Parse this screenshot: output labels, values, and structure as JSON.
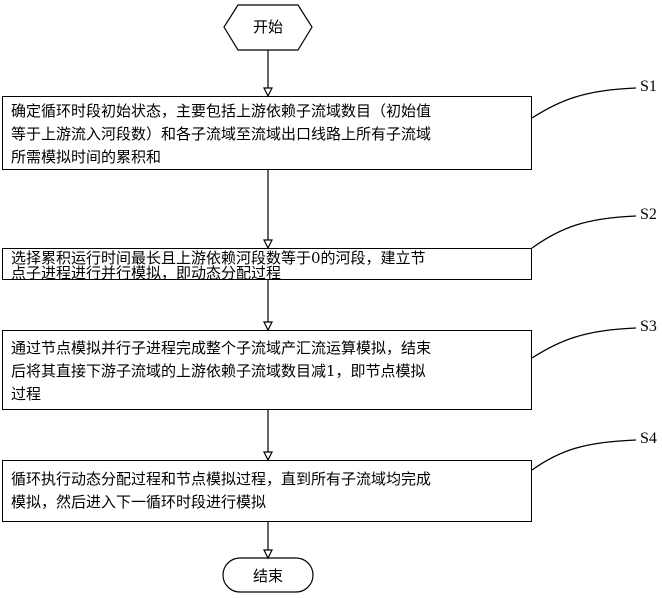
{
  "start": {
    "label": "开始"
  },
  "end": {
    "label": "结束"
  },
  "steps": [
    {
      "id": "S1",
      "lines": [
        "确定循环时段初始状态，主要包括上游依赖子流域数目（初始值",
        "等于上游流入河段数）和各子流域至流域出口线路上所有子流域",
        "所需模拟时间的累积和"
      ]
    },
    {
      "id": "S2",
      "lines": [
        "选择累积运行时间最长且上游依赖河段数等于0的河段，建立节",
        "点子进程进行并行模拟，即动态分配过程"
      ]
    },
    {
      "id": "S3",
      "lines": [
        "通过节点模拟并行子进程完成整个子流域产汇流运算模拟，结束",
        "后将其直接下游子流域的上游依赖子流域数目减1，即节点模拟",
        "过程"
      ]
    },
    {
      "id": "S4",
      "lines": [
        "循环执行动态分配过程和节点模拟过程，直到所有子流域均完成",
        "模拟，然后进入下一循环时段进行模拟"
      ]
    }
  ]
}
